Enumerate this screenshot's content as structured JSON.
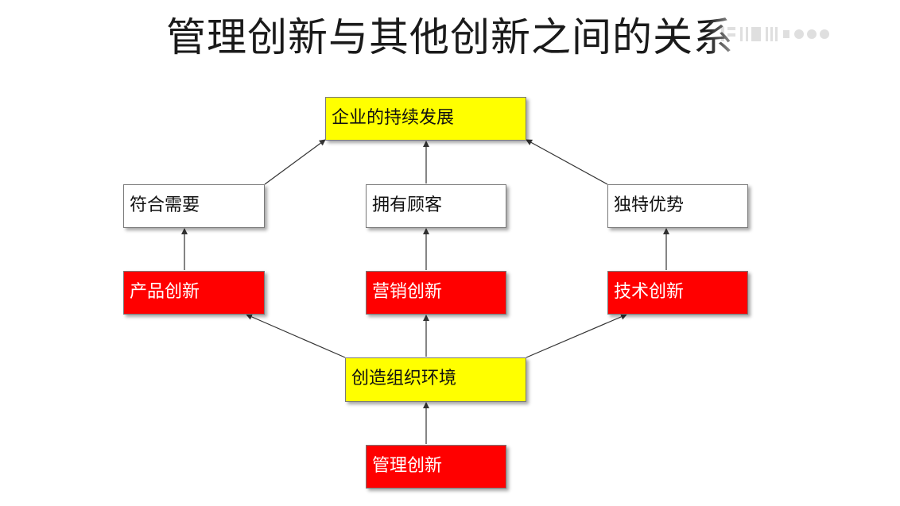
{
  "title": "管理创新与其他创新之间的关系",
  "colors": {
    "goal_fill": "#ffff00",
    "need_fill": "#ffffff",
    "innovation_fill": "#ff0000",
    "line": "#333333"
  },
  "nodes": {
    "sustainable_development": "企业的持续发展",
    "meet_needs": "符合需要",
    "have_customers": "拥有顾客",
    "unique_advantage": "独特优势",
    "product_innovation": "产品创新",
    "marketing_innovation": "营销创新",
    "technology_innovation": "技术创新",
    "create_org_environment": "创造组织环境",
    "management_innovation": "管理创新"
  }
}
